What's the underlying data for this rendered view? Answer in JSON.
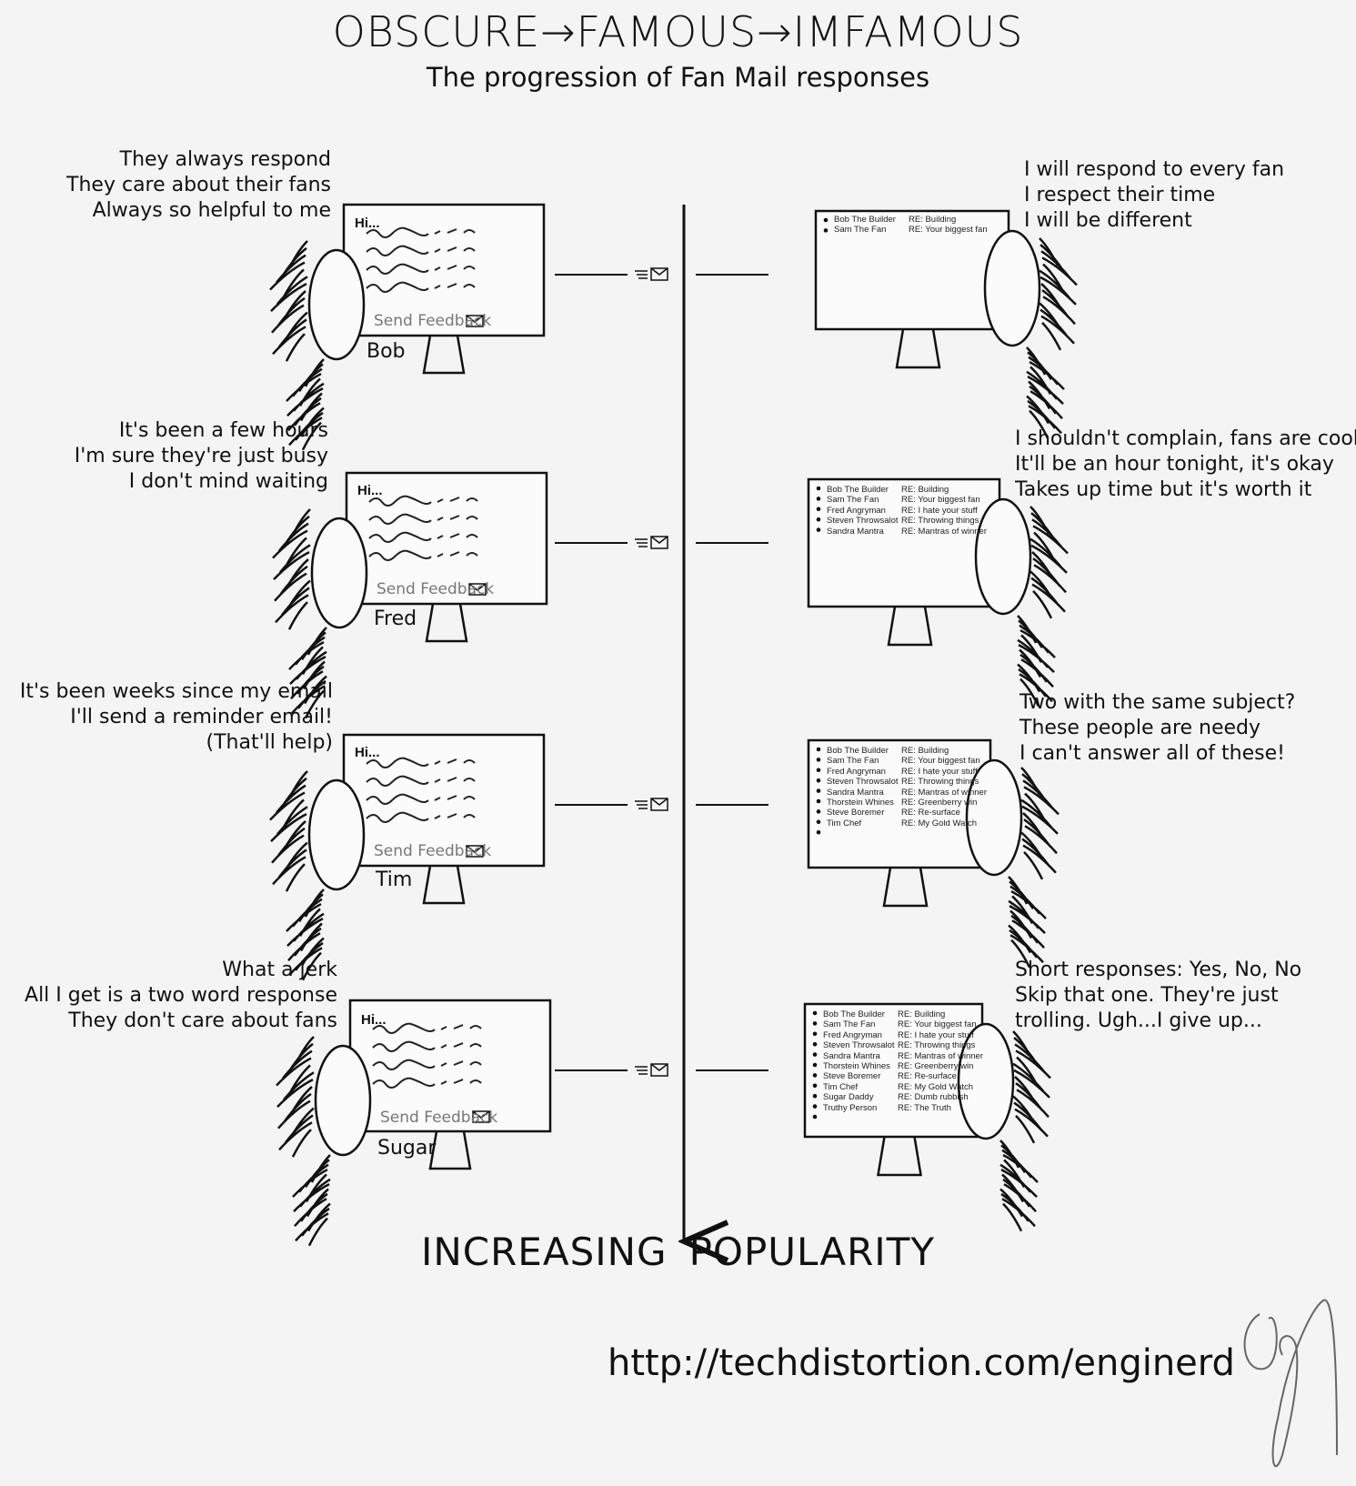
{
  "title": "OBSCURE→FAMOUS→IMFAMOUS",
  "subtitle": "The progression of Fan Mail responses",
  "axis_label_left": "INCREASING",
  "axis_label_right": "POPULARITY",
  "url": "http://techdistortion.com/enginerd",
  "send_label": "Send Feedback",
  "greeting": "Hi...",
  "fans": [
    {
      "name": "Bob",
      "lines": [
        "They always respond",
        "They care about  their fans",
        "Always so helpful to me"
      ]
    },
    {
      "name": "Fred",
      "lines": [
        "It's been a few hours",
        "I'm sure they're just busy",
        "I don't mind waiting"
      ]
    },
    {
      "name": "Tim",
      "lines": [
        "It's been weeks since my email",
        "I'll send a reminder email!",
        "(That'll help)"
      ]
    },
    {
      "name": "Sugar",
      "lines": [
        "What a jerk",
        "All I get is a two word response",
        "They don't care about fans"
      ]
    }
  ],
  "creator": [
    {
      "lines": [
        "I will respond to every fan",
        "I respect their time",
        "I will be different"
      ]
    },
    {
      "lines": [
        "I shouldn't complain, fans are cool",
        "It'll be an hour tonight, it's okay",
        "Takes up time but it's worth it"
      ]
    },
    {
      "lines": [
        "Two with the same subject?",
        "These people are needy",
        "I can't answer all of these!"
      ]
    },
    {
      "lines": [
        "Short responses: Yes, No, No",
        "Skip that one. They're just",
        "trolling. Ugh...I give up..."
      ]
    }
  ],
  "inbox_rows": [
    {
      "from": "Bob The Builder",
      "subject": "RE: Building"
    },
    {
      "from": "Sam The Fan",
      "subject": "RE: Your biggest fan"
    },
    {
      "from": "Fred Angryman",
      "subject": "RE: I hate your stuff"
    },
    {
      "from": "Steven Throwsalot",
      "subject": "RE: Throwing things"
    },
    {
      "from": "Sandra Mantra",
      "subject": "RE: Mantras of winner"
    },
    {
      "from": "Thorstein Whines",
      "subject": "RE: Greenberry win"
    },
    {
      "from": "Steve Boremer",
      "subject": "RE: Re-surface"
    },
    {
      "from": "Tim Chef",
      "subject": "RE: My Gold Watch"
    },
    {
      "from": "Sugar Daddy",
      "subject": "RE: Dumb rubbish"
    },
    {
      "from": "Truthy Person",
      "subject": "RE: The Truth"
    }
  ]
}
